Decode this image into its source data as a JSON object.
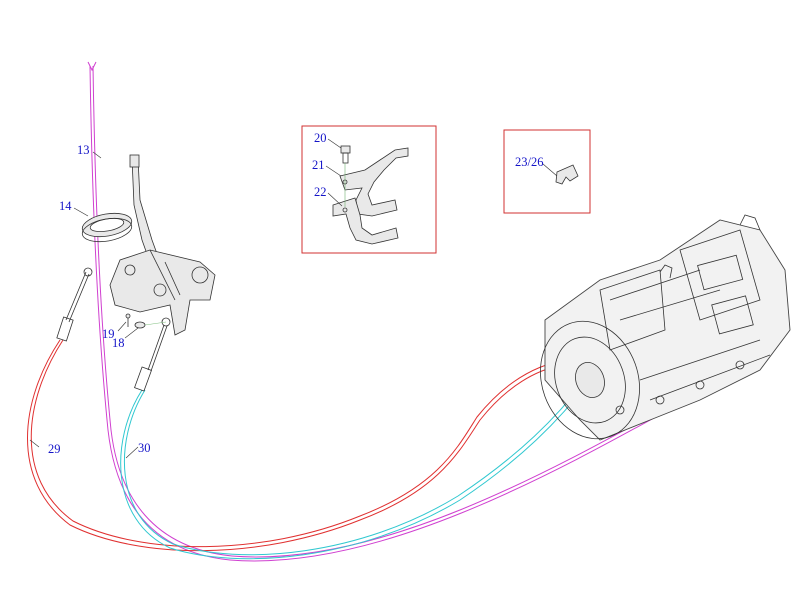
{
  "labels": {
    "l13": "13",
    "l14": "14",
    "l18": "18",
    "l19": "19",
    "l20": "20",
    "l21": "21",
    "l22": "22",
    "l2326": "23/26",
    "l29": "29",
    "l30": "30"
  },
  "colors": {
    "label_text": "#1414c8",
    "cable_13": "#d040d0",
    "cable_29": "#e03030",
    "cable_30": "#30c8d0",
    "detail_box": "#d23232",
    "line_art": "#333333"
  }
}
